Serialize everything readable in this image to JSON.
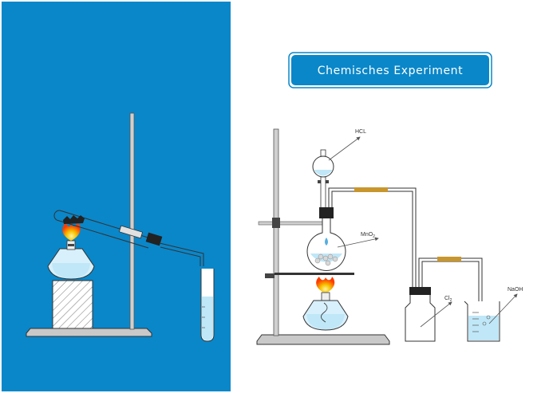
{
  "title": "Chemisches Experiment",
  "labels": {
    "hcl": "HCL",
    "mno2": "MnO",
    "mno2_sub": "2",
    "cl2": "Cl",
    "cl2_sub": "2",
    "naoh": "NaOH"
  },
  "colors": {
    "left_panel": "#0a87c9",
    "title_box": "#0a87c9",
    "liquid": "#bfe7f7",
    "rubber_tube": "#c8962e",
    "flame_outer": "#f5c400",
    "flame_inner": "#ff3b00"
  },
  "icons": {
    "flame": "flame-icon",
    "burner": "spirit-lamp-icon",
    "stand": "retort-stand-icon",
    "flask": "round-bottom-flask-icon",
    "funnel": "separating-funnel-icon",
    "bottle": "gas-washing-bottle-icon",
    "beaker": "beaker-icon",
    "test_tube": "test-tube-icon"
  }
}
